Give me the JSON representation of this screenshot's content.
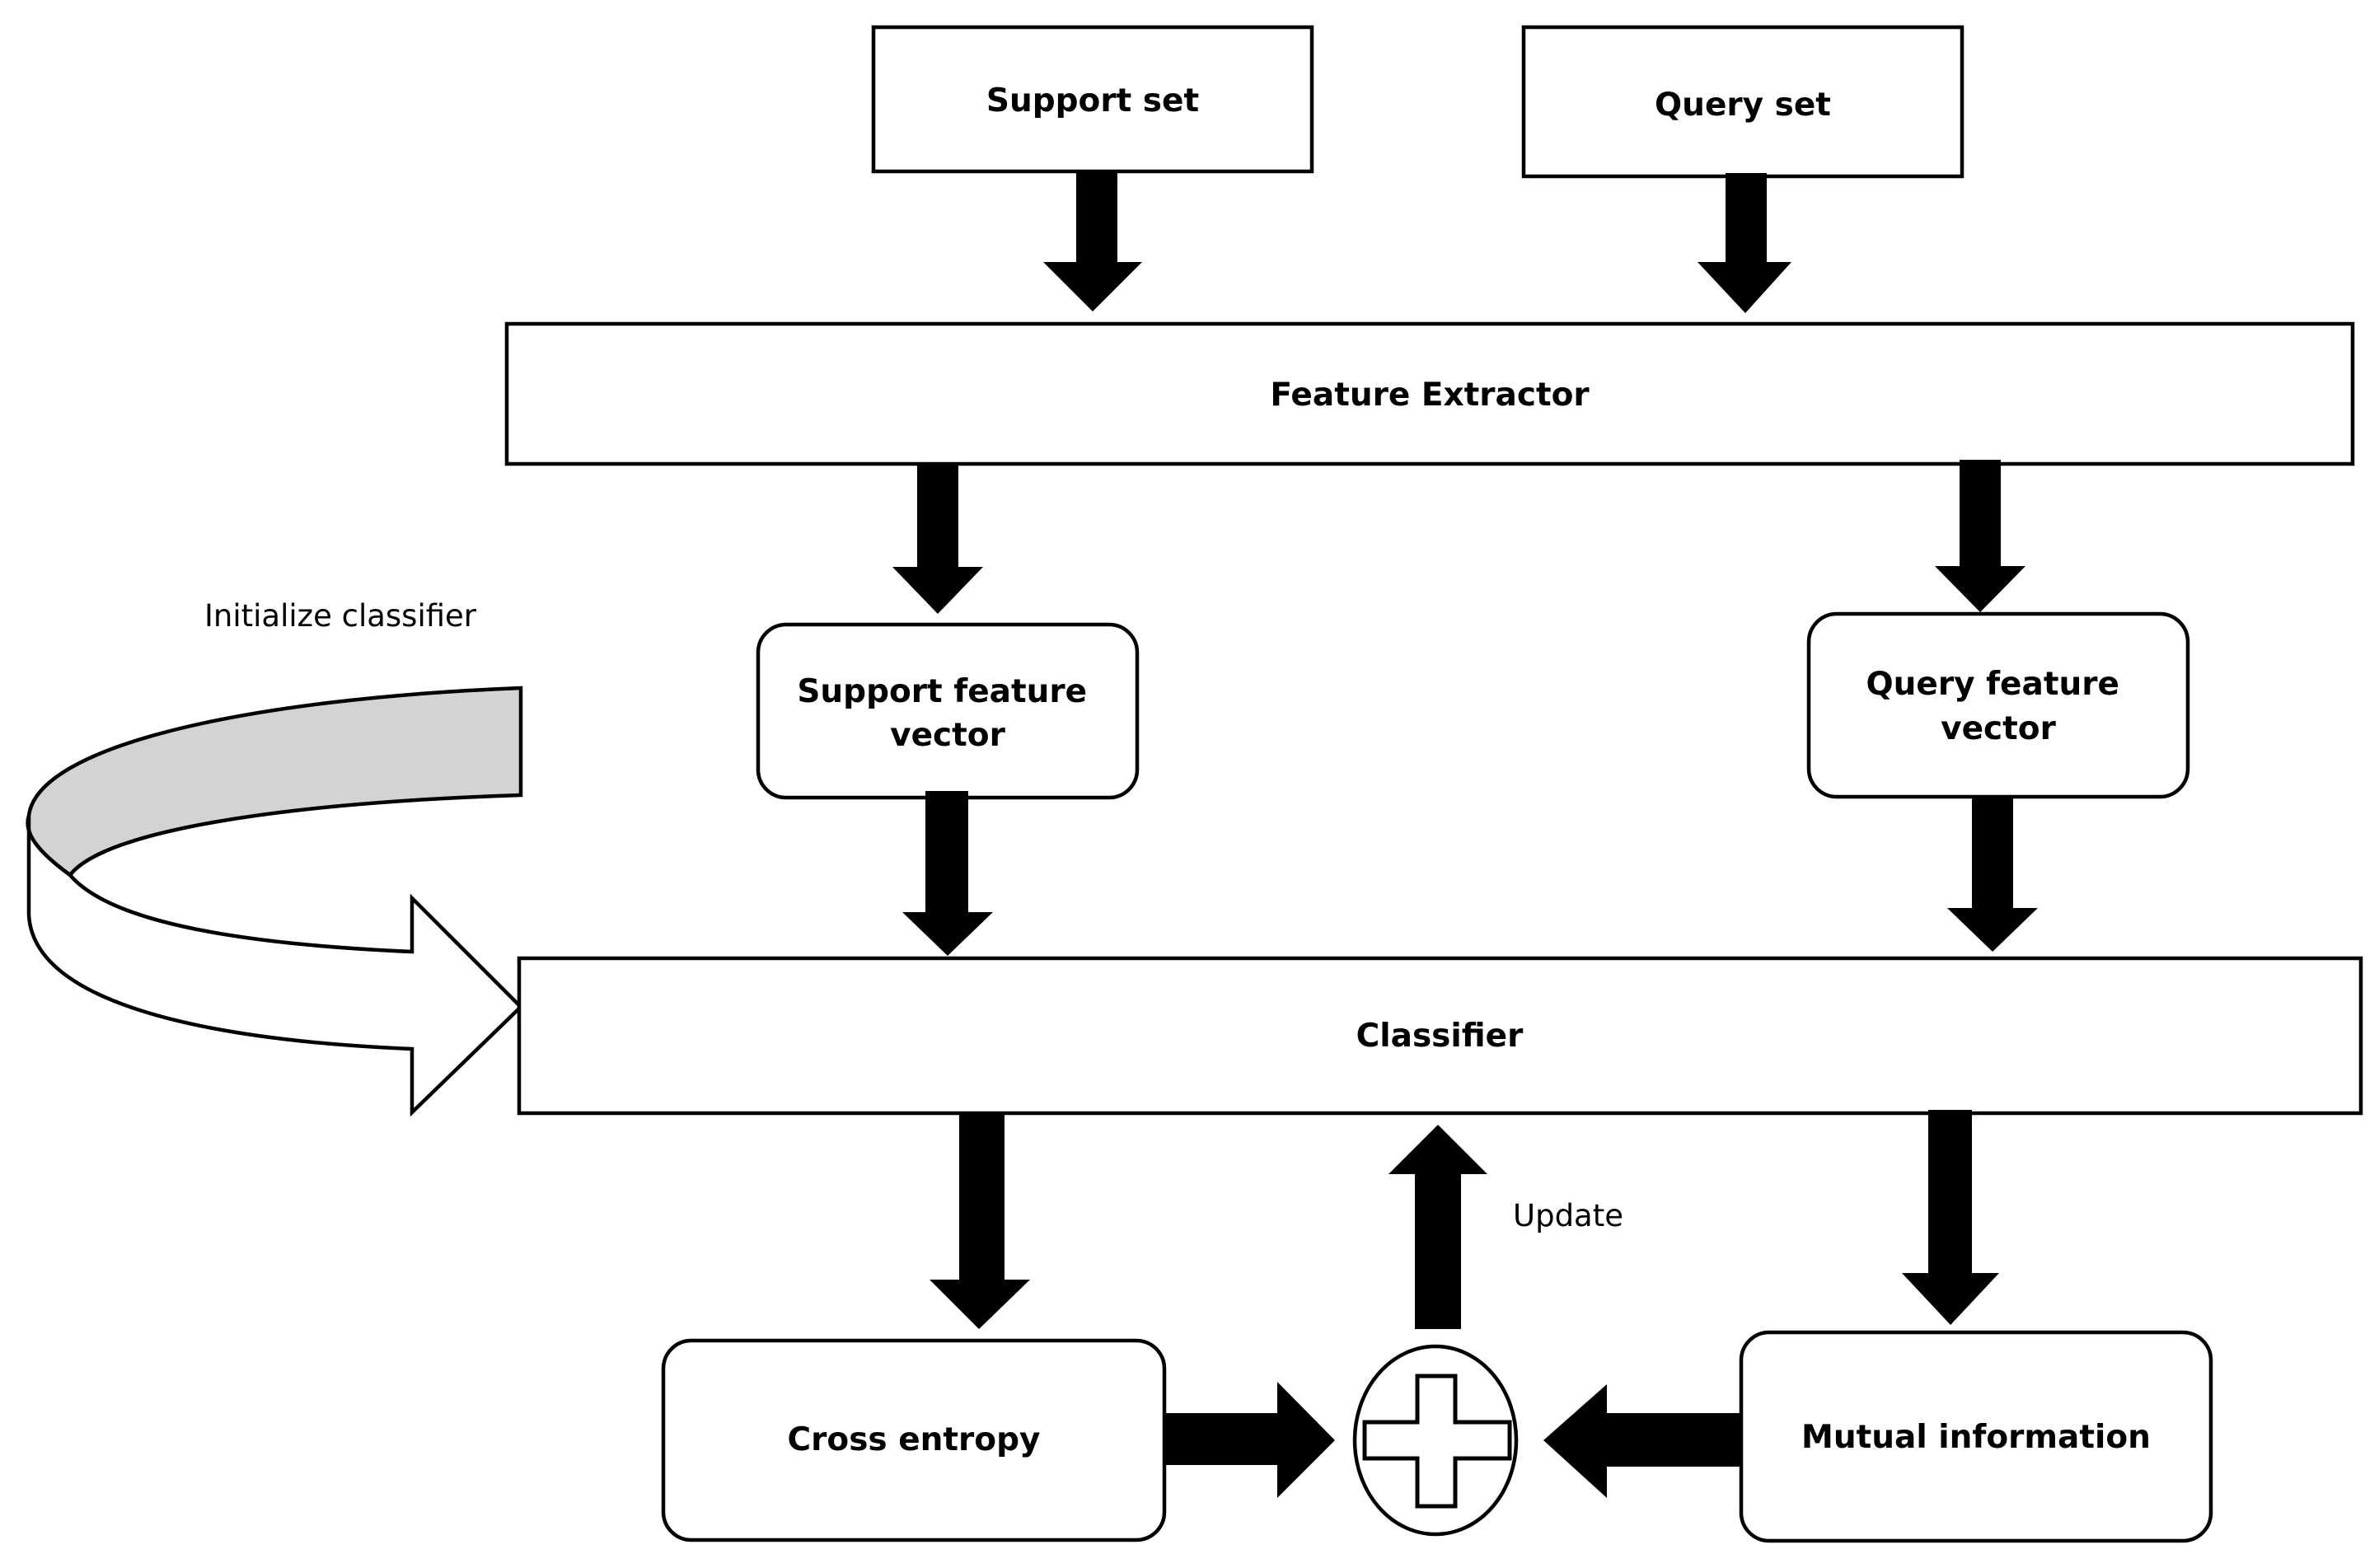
{
  "nodes": {
    "support_set": "Support set",
    "query_set": "Query set",
    "feature_extractor": "Feature Extractor",
    "support_feature_vector": [
      "Support feature",
      "vector"
    ],
    "query_feature_vector": [
      "Query feature",
      "vector"
    ],
    "classifier": "Classifier",
    "cross_entropy": "Cross entropy",
    "mutual_information": "Mutual information"
  },
  "annotations": {
    "initialize_classifier": "Initialize classifier",
    "update": "Update"
  },
  "colors": {
    "stroke": "#000000",
    "arrow_fill": "#000000",
    "curved_arrow_band": "#d3d3d3",
    "background": "#ffffff"
  },
  "icons": {
    "sum_node": "plus-in-ellipse-icon"
  }
}
